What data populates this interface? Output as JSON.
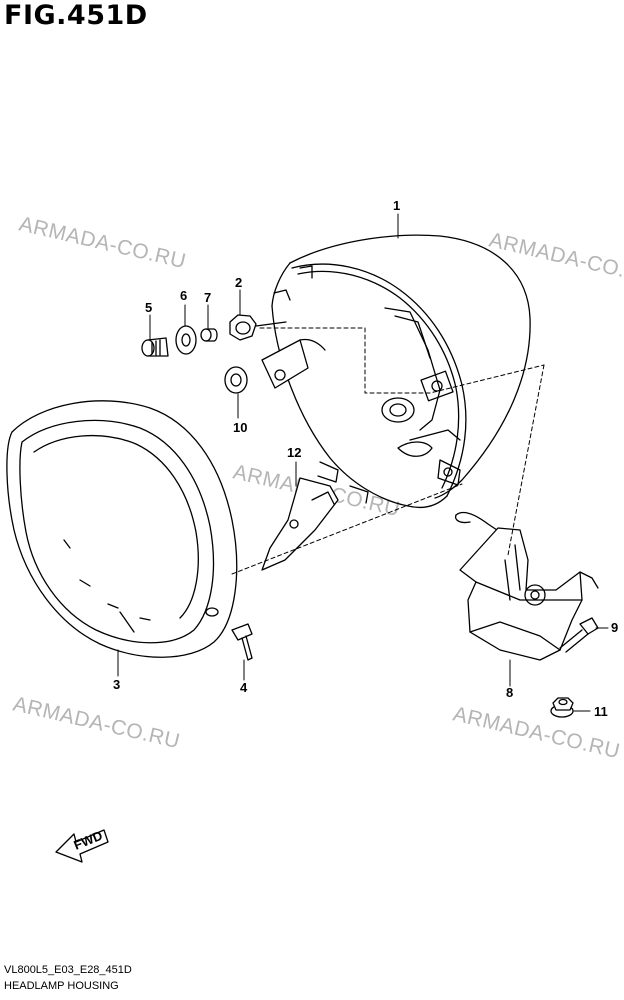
{
  "figure": {
    "title": "FIG.451D",
    "code": "VL800L5_E03_E28_451D",
    "caption": "HEADLAMP HOUSING"
  },
  "watermark": "ARMADA-CO.RU",
  "callouts": {
    "c1": "1",
    "c2": "2",
    "c3": "3",
    "c4": "4",
    "c5": "5",
    "c6": "6",
    "c7": "7",
    "c8": "8",
    "c9": "9",
    "c10": "10",
    "c11": "11",
    "c12": "12"
  },
  "fwd_label": "FWD",
  "colors": {
    "line": "#000000",
    "watermark": "#b5b5b5",
    "background": "#ffffff"
  }
}
